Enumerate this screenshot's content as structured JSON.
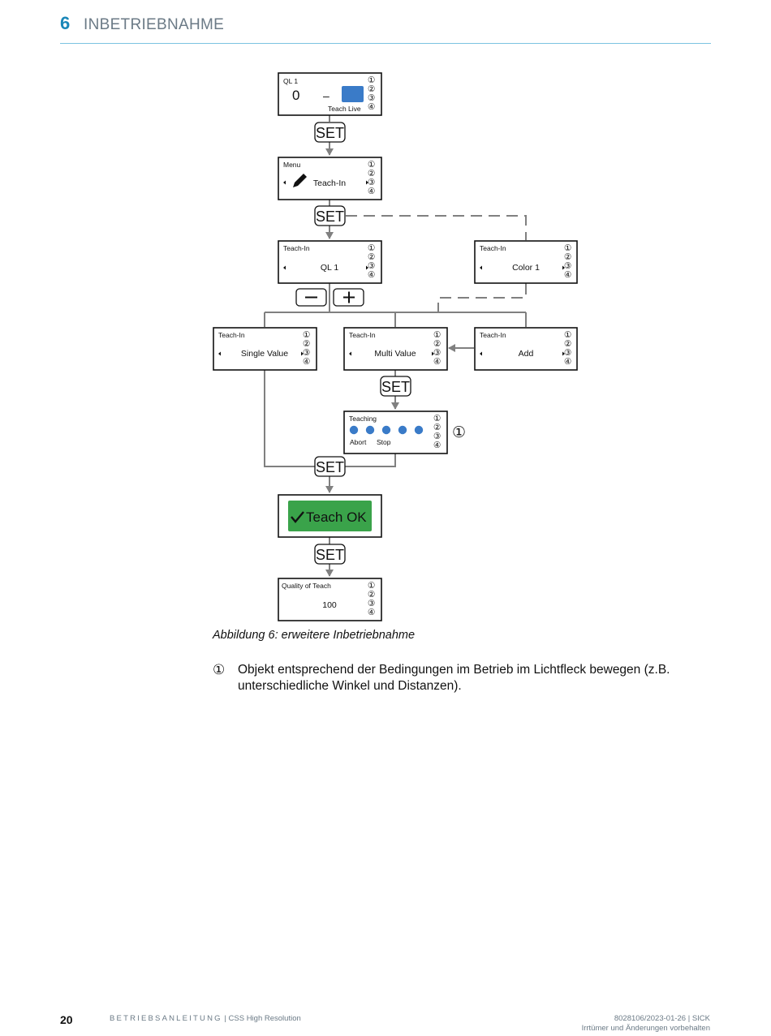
{
  "header": {
    "chapter_number": "6",
    "chapter_title": "INBETRIEBNAHME"
  },
  "diagram": {
    "boxes": {
      "ql1": {
        "title": "QL 1",
        "value": "0",
        "dash": "–",
        "footer": "Teach Live"
      },
      "menu": {
        "title": "Menu",
        "value": "Teach-In"
      },
      "teachin_ql1": {
        "title": "Teach-In",
        "value": "QL 1"
      },
      "teachin_color": {
        "title": "Teach-In",
        "value": "Color 1"
      },
      "teachin_single": {
        "title": "Teach-In",
        "value": "Single Value"
      },
      "teachin_multi": {
        "title": "Teach-In",
        "value": "Multi Value"
      },
      "teachin_add": {
        "title": "Teach-In",
        "value": "Add"
      },
      "teaching": {
        "title": "Teaching",
        "abort": "Abort",
        "stop": "Stop"
      },
      "teach_ok": {
        "label": "Teach OK"
      },
      "quality": {
        "title": "Quality of Teach",
        "value": "100"
      }
    },
    "indicators": [
      "①",
      "②",
      "③",
      "④"
    ],
    "set_label": "SET",
    "minus_label": "–",
    "plus_label": "+",
    "callout": "①",
    "colors": {
      "accent_blue": "#3a7bc8",
      "ok_green": "#3aa34a",
      "line_gray": "#808080"
    }
  },
  "caption": "Abbildung 6: erweitere Inbetriebnahme",
  "legend": [
    {
      "marker": "①",
      "text": "Objekt entsprechend der Bedingungen im Betrieb im Lichtfleck bewegen (z.B. unterschiedliche Winkel und Distanzen)."
    }
  ],
  "footer": {
    "page_number": "20",
    "doc_type": "BETRIEBSANLEITUNG",
    "separator": " | ",
    "product": "CSS High Resolution",
    "doc_id": "8028106/2023-01-26 | SICK",
    "disclaimer": "Irrtümer und Änderungen vorbehalten"
  }
}
